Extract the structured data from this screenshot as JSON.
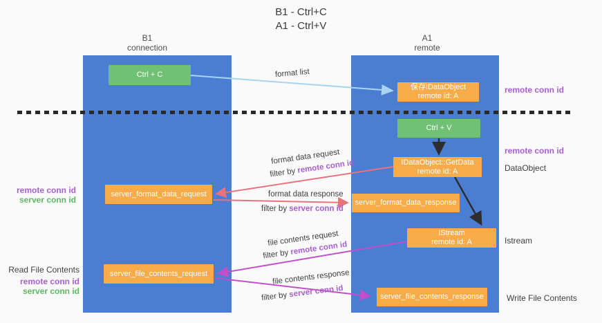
{
  "title": {
    "line1": "B1 - Ctrl+C",
    "line2": "A1 - Ctrl+V"
  },
  "lanes": {
    "left": {
      "title": "B1",
      "subtitle": "connection"
    },
    "right": {
      "title": "A1",
      "subtitle": "remote"
    }
  },
  "nodes": {
    "ctrl_c": {
      "label": "Ctrl + C"
    },
    "save_dataobject": {
      "line1": "保存IDataObject",
      "line2": "remote id: A"
    },
    "ctrl_v": {
      "label": "Ctrl + V"
    },
    "getdata": {
      "line1": "IDataObject::GetData",
      "line2": "remote id: A"
    },
    "server_format_data_request": {
      "label": "server_format_data_request"
    },
    "server_format_data_response": {
      "label": "server_format_data_response"
    },
    "istream": {
      "line1": "IStream",
      "line2": "remote id: A"
    },
    "server_file_contents_request": {
      "label": "server_file_contents_request"
    },
    "server_file_contents_response": {
      "label": "server_file_contents_response"
    }
  },
  "side_labels": {
    "remote_conn_id_top": "remote conn id",
    "remote_conn_id_mid": "remote conn id",
    "dataobject": "DataObject",
    "istream": "Istream",
    "write_file_contents": "Write File Contents"
  },
  "left_labels": {
    "remote_conn_id_1": "remote conn id",
    "server_conn_id_1": "server conn id",
    "read_file_contents": "Read File Contents",
    "remote_conn_id_2": "remote conn id",
    "server_conn_id_2": "server conn id"
  },
  "flow_labels": {
    "format_list": "format list",
    "format_data_request": "format data request",
    "format_data_response": "format data response",
    "file_contents_request": "file contents request",
    "file_contents_response": "file contents response",
    "filter_by": "filter by",
    "remote_conn_id": "remote conn id",
    "server_conn_id": "server conn id"
  },
  "colors": {
    "lane_blue": "#4a7ed2",
    "box_orange": "#f8ab49",
    "box_green": "#70c174",
    "arrow_red": "#e8737b",
    "arrow_magenta": "#c24fc9",
    "arrow_light_blue": "#a9d4f2",
    "arrow_black": "#2d2d2d",
    "text_purple": "#a85fd0",
    "text_green": "#5dba63"
  }
}
